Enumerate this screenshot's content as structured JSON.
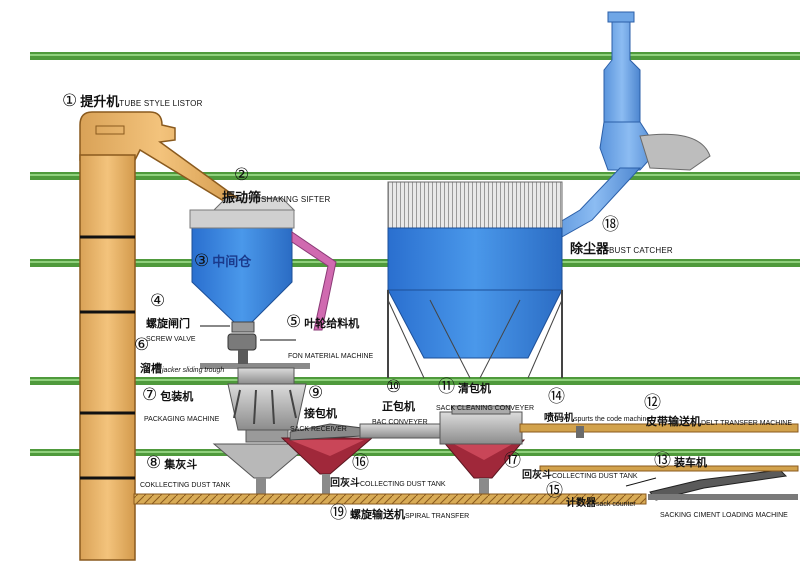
{
  "labels": {
    "l1": {
      "num": "①",
      "cn": "提升机",
      "en": "TUBE STYLE LISTOR"
    },
    "l2": {
      "num": "②",
      "cn": "振动筛",
      "en": "SHAKING SIFTER"
    },
    "l3": {
      "num": "③",
      "cn": "中间仓"
    },
    "l4": {
      "num": "④",
      "cn": "螺旋闸门",
      "en": "SCREW VALVE"
    },
    "l5": {
      "num": "⑤",
      "cn": "叶轮给料机",
      "en": "FON MATERIAL MACHINE"
    },
    "l6": {
      "num": "⑥",
      "cn": "溜槽",
      "en": "jacker sliding trough"
    },
    "l7": {
      "num": "⑦",
      "cn": "包装机",
      "en": "PACKAGING MACHINE"
    },
    "l8": {
      "num": "⑧",
      "cn": "集灰斗",
      "en": "COKLLECTING DUST TANK"
    },
    "l9": {
      "num": "⑨",
      "cn": "接包机",
      "en": "SACK RECEIVER"
    },
    "l10": {
      "num": "⑩",
      "cn": "正包机",
      "en": "BAC CONVEYER"
    },
    "l11": {
      "num": "⑪",
      "cn": "清包机",
      "en": "SACK CLEANING CONVEYER"
    },
    "l12": {
      "num": "⑫",
      "cn": "皮带输送机",
      "en": "DELT TRANSFER MACHINE"
    },
    "l13": {
      "num": "⑬",
      "cn": "装车机",
      "en": "SACKING CIMENT LOADING MACHINE"
    },
    "l14": {
      "num": "⑭",
      "cn": "喷码机",
      "en": "spurts the code machine"
    },
    "l15": {
      "num": "⑮",
      "cn": "计数器",
      "en": "sack counter"
    },
    "l16": {
      "num": "⑯",
      "cn": "回灰斗",
      "en": "COLLECTING DUST TANK"
    },
    "l17": {
      "num": "⑰",
      "cn": "回灰斗",
      "en": "COLLECTING DUST TANK"
    },
    "l18": {
      "num": "⑱",
      "cn": "除尘器",
      "en": "BUST CATCHER"
    },
    "l19": {
      "num": "⑲",
      "cn": "螺旋输送机",
      "en": "SPIRAL TRANSFER"
    }
  },
  "colors": {
    "floor_beam": "#4f9a3c",
    "elevator": "#e8b56a",
    "elevator_edge": "#8a5a1e",
    "silo_blue": "#2f7fd6",
    "duct_blue": "#6fa6e6",
    "chute_pink": "#d06ab0",
    "hopper_red": "#a0283a",
    "spiral": "#d2a24c",
    "steel": "#6b6b6b"
  }
}
